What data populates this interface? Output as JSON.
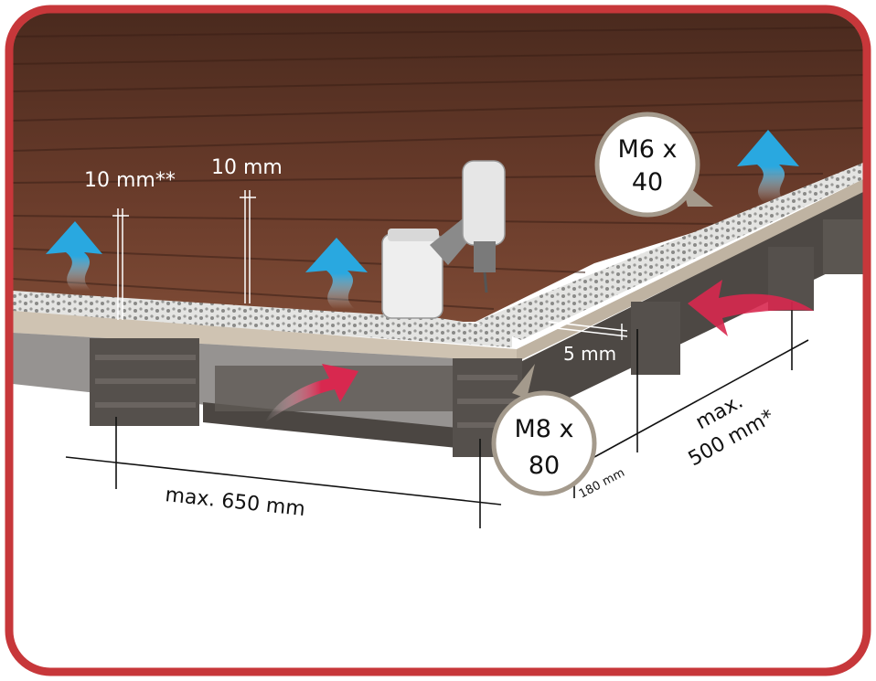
{
  "labels": {
    "gap_a": "10 mm**",
    "gap_b": "10 mm",
    "end_gap": "5 mm",
    "joist_spacing": "max. 650 mm",
    "cantilever_line1": "max.",
    "cantilever_line2": "500 mm*",
    "joist_height": "180 mm"
  },
  "callouts": {
    "deck_screw_line1": "M6 x",
    "deck_screw_line2": "40",
    "joist_screw_line1": "M8 x",
    "joist_screw_line2": "80"
  },
  "colors": {
    "frame": "#c7373a",
    "decking": "#5a3324",
    "decking_light": "#7a4a36",
    "ventilation_arrow": "#29a8e0",
    "airflow_arrow": "#d8284f",
    "joist": "#55504c",
    "trim": "#cfc3b2",
    "clip_strip": "#dcdcdc"
  },
  "icons": {
    "drill": "cordless-drill-icon",
    "vent": "ventilation-arrow-icon",
    "airflow": "airflow-arrow-icon"
  }
}
